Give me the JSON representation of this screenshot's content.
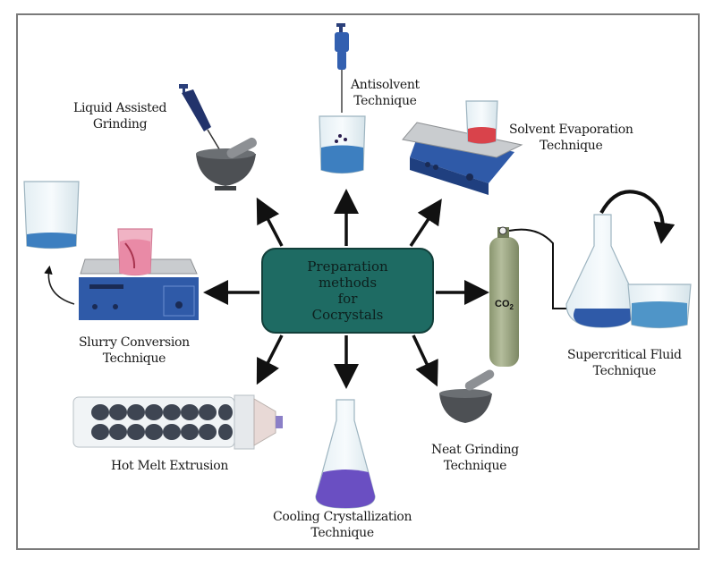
{
  "diagram": {
    "title_lines": [
      "Preparation",
      "methods",
      "for",
      "Cocrystals"
    ],
    "methods": [
      {
        "id": "liquid-assisted-grinding",
        "lines": [
          "Liquid Assisted",
          "Grinding"
        ],
        "direction": "up-left"
      },
      {
        "id": "antisolvent",
        "lines": [
          "Antisolvent",
          "Technique"
        ],
        "direction": "up"
      },
      {
        "id": "solvent-evaporation",
        "lines": [
          "Solvent Evaporation",
          "Technique"
        ],
        "direction": "up-right"
      },
      {
        "id": "supercritical-fluid",
        "lines": [
          "Supercritical Fluid",
          "Technique"
        ],
        "direction": "right"
      },
      {
        "id": "neat-grinding",
        "lines": [
          "Neat Grinding",
          "Technique"
        ],
        "direction": "down-right"
      },
      {
        "id": "cooling-crystallization",
        "lines": [
          "Cooling Crystallization",
          "Technique"
        ],
        "direction": "down"
      },
      {
        "id": "hot-melt-extrusion",
        "lines": [
          "Hot Melt Extrusion"
        ],
        "direction": "down-left"
      },
      {
        "id": "slurry-conversion",
        "lines": [
          "Slurry Conversion",
          "Technique"
        ],
        "direction": "left"
      }
    ],
    "cylinder_label": "CO",
    "cylinder_subscript": "2",
    "colors": {
      "center_fill": "#1e6b63",
      "center_border": "#123f3a",
      "arrow": "#111111",
      "instrument_blue": "#2f5aa8",
      "liquid_blue": "#3d7fc0",
      "liquid_red": "#d9434b",
      "liquid_pink": "#e98aa6",
      "liquid_purple": "#6a4fc2",
      "cylinder_green": "#9aa584",
      "mortar_gray": "#4d5054"
    }
  }
}
